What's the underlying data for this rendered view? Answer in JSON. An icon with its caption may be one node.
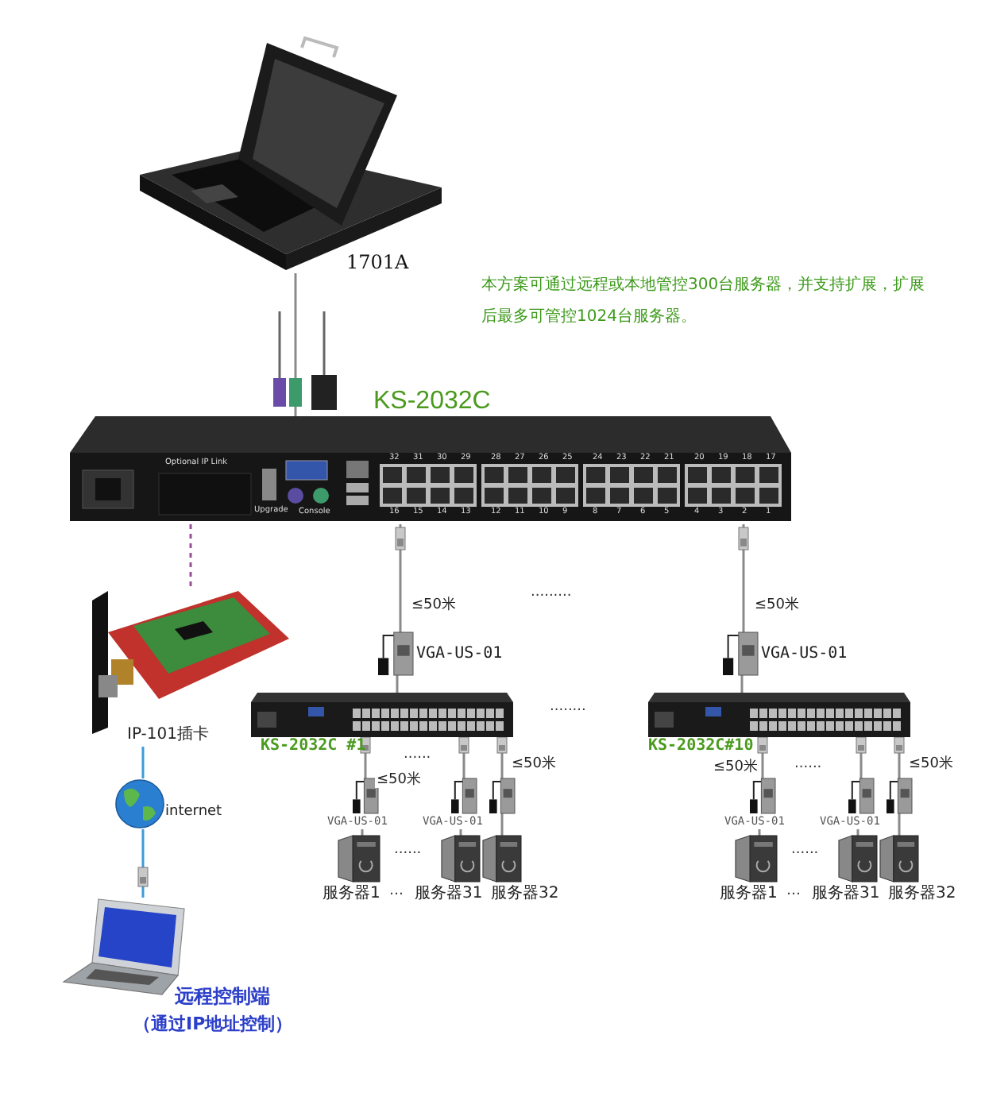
{
  "diagram": {
    "nodes": [
      {
        "text": [
          "1701A"
        ]
      },
      {
        "text": [
          "KS-2032C"
        ]
      },
      {
        "text": [
          "IP-101插卡"
        ]
      },
      {
        "text": [
          "internet"
        ]
      },
      {
        "text": [
          "远程控制端",
          "（通过IP地址控制）"
        ]
      },
      {
        "text": [
          "VGA-US-01"
        ]
      },
      {
        "text": [
          "VGA-US-01"
        ]
      },
      {
        "text": [
          "KS-2032C #1"
        ]
      },
      {
        "text": [
          "KS-2032C#10"
        ]
      },
      {
        "text": [
          "VGA-US-01"
        ]
      },
      {
        "text": [
          "VGA-US-01"
        ]
      },
      {
        "text": [],
        "shape": "picture"
      },
      {
        "text": [
          "服务器1"
        ]
      },
      {
        "text": [
          "服务器31"
        ]
      },
      {
        "text": [
          "服务器32"
        ]
      },
      {
        "text": [
          "VGA-US-01"
        ]
      },
      {
        "text": [
          "VGA-US-01"
        ]
      },
      {
        "text": [],
        "shape": "picture"
      },
      {
        "text": [
          "服务器1"
        ]
      },
      {
        "text": [
          "服务器31"
        ]
      },
      {
        "text": [
          "服务器32"
        ]
      }
    ],
    "edges": [
      {
        "from": 0,
        "to": 1,
        "arrow": "none"
      },
      {
        "from": 1,
        "to": 2,
        "arrow": "none",
        "style": "dashed",
        "color": "#9b4f96"
      },
      {
        "from": 2,
        "to": 3,
        "arrow": "none",
        "color": "#3a9ad9"
      },
      {
        "from": 3,
        "to": 4,
        "arrow": "none",
        "color": "#3a9ad9"
      },
      {
        "from": 1,
        "to": 5,
        "arrow": "none",
        "label": "≤50米"
      },
      {
        "from": 1,
        "to": 6,
        "arrow": "none",
        "label": "≤50米"
      },
      {
        "from": 5,
        "to": 7,
        "arrow": "none"
      },
      {
        "from": 6,
        "to": 8,
        "arrow": "none"
      },
      {
        "from": 7,
        "to": 9,
        "arrow": "none",
        "label": "≤50米"
      },
      {
        "from": 7,
        "to": 10,
        "arrow": "none"
      },
      {
        "from": 7,
        "to": 11,
        "arrow": "none",
        "label": "≤50米"
      },
      {
        "from": 9,
        "to": 12,
        "arrow": "none"
      },
      {
        "from": 10,
        "to": 13,
        "arrow": "none"
      },
      {
        "from": 11,
        "to": 14,
        "arrow": "none"
      },
      {
        "from": 8,
        "to": 15,
        "arrow": "none",
        "label": "≤50米"
      },
      {
        "from": 8,
        "to": 16,
        "arrow": "none"
      },
      {
        "from": 8,
        "to": 17,
        "arrow": "none",
        "label": "≤50米"
      },
      {
        "from": 15,
        "to": 18,
        "arrow": "none"
      },
      {
        "from": 16,
        "to": 19,
        "arrow": "none"
      },
      {
        "from": 17,
        "to": 20,
        "arrow": "none"
      }
    ],
    "labels": [
      "本方案可通过远程或本地管控300台服务器，并支持扩展，扩展后最多可管控1024台服务器。",
      "Optional IP Link",
      "32",
      "31",
      "30",
      "29",
      "28",
      "27",
      "26",
      "25",
      "24",
      "23",
      "22",
      "21",
      "20",
      "19",
      "18",
      "17",
      "Upgrade",
      "Console",
      "16",
      "15",
      "14",
      "13",
      "12",
      "11",
      "10",
      "9",
      "8",
      "7",
      "6",
      "5",
      "4",
      "3",
      "2",
      "1",
      ".........",
      "........",
      "......",
      "......",
      "......",
      "......",
      "…",
      "…"
    ]
  }
}
